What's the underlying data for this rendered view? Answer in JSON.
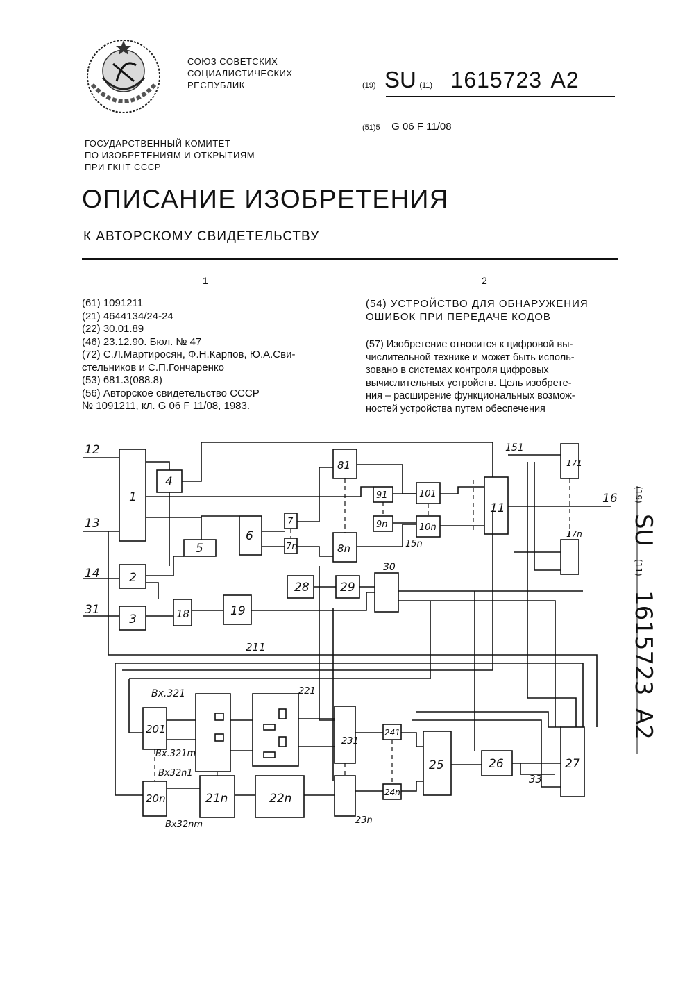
{
  "header": {
    "union_lines": [
      "СОЮЗ СОВЕТСКИХ",
      "СОЦИАЛИСТИЧЕСКИХ",
      "РЕСПУБЛИК"
    ],
    "committee_lines": [
      "ГОСУДАРСТВЕННЫЙ КОМИТЕТ",
      "ПО ИЗОБРЕТЕНИЯМ И ОТКРЫТИЯМ",
      "ПРИ ГКНТ СССР"
    ],
    "code19": "(19)",
    "country": "SU",
    "code11": "(11)",
    "patent_number": "1615723",
    "kind": "A2",
    "code51": "(51)5",
    "ipc": "G 06 F 11/08"
  },
  "title": "ОПИСАНИЕ ИЗОБРЕТЕНИЯ",
  "subtitle": "К АВТОРСКОМУ СВИДЕТЕЛЬСТВУ",
  "columns": {
    "left": "1",
    "right": "2"
  },
  "bibliography": [
    "(61) 1091211",
    "(21) 4644134/24-24",
    "(22) 30.01.89",
    "(46) 23.12.90. Бюл. № 47",
    "(72) С.Л.Мартиросян, Ф.Н.Карпов, Ю.А.Сви-",
    "стельников и С.П.Гончаренко",
    "(53) 681.3(088.8)",
    "(56) Авторское свидетельство СССР",
    "№ 1091211, кл. G 06 F 11/08, 1983."
  ],
  "invention_title": [
    "(54) УСТРОЙСТВО ДЛЯ ОБНАРУЖЕНИЯ",
    "ОШИБОК ПРИ ПЕРЕДАЧЕ КОДОВ"
  ],
  "abstract": [
    "(57) Изобретение относится к цифровой вы-",
    "числительной технике и может быть исполь-",
    "зовано в системах контроля цифровых",
    "вычислительных устройств. Цель изобрете-",
    "ния – расширение функциональных возмож-",
    "ностей устройства путем обеспечения"
  ],
  "side_label": {
    "c19": "(19)",
    "country": "SU",
    "c11": "(11)",
    "number": "1615723",
    "kind": "A2"
  },
  "diagram_labels": {
    "in12": "12",
    "in13": "13",
    "in14": "14",
    "in31": "31",
    "b1": "1",
    "b2": "2",
    "b3": "3",
    "b4": "4",
    "b5": "5",
    "b6": "6",
    "b7_1": "7",
    "b7_n": "7n",
    "b8_1": "81",
    "b8_n": "8n",
    "b9_1": "91",
    "b9_n": "9n",
    "b10_1": "101",
    "b10_n": "10n",
    "b11": "11",
    "out16": "16",
    "l15_1": "151",
    "l15_n": "15n",
    "b17_1": "171",
    "b17_n": "17n",
    "b18": "18",
    "b19": "19",
    "b28": "28",
    "b29": "29",
    "b30": "30",
    "b20_1": "201",
    "b20_n": "20n",
    "b21_1": "211",
    "b21_n": "21n",
    "b22_1": "221",
    "b22_n": "22n",
    "b23_1": "231",
    "b23_n": "23n",
    "b24_1": "241",
    "b24_n": "24n",
    "b25": "25",
    "b26": "26",
    "b27": "27",
    "l33": "33",
    "in32_1": "Вх.321",
    "in32_1m": "Вх.321m",
    "in32_n1": "Вх32n1",
    "in32_nm": "Вх32nm"
  }
}
